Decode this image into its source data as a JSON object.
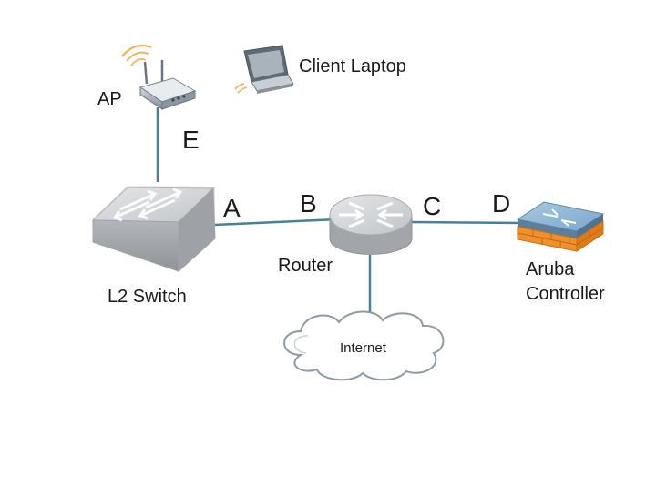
{
  "diagram": {
    "nodes": {
      "ap": {
        "label": "AP",
        "icon": "wireless-access-point-icon"
      },
      "client_laptop": {
        "label": "Client Laptop",
        "icon": "laptop-icon"
      },
      "l2_switch": {
        "label": "L2 Switch",
        "icon": "switch-icon"
      },
      "router": {
        "label": "Router",
        "icon": "router-icon"
      },
      "internet": {
        "label": "Internet",
        "icon": "cloud-icon"
      },
      "aruba_controller": {
        "label_line1": "Aruba",
        "label_line2": "Controller",
        "icon": "controller-icon"
      }
    },
    "links": {
      "a": "A",
      "b": "B",
      "c": "C",
      "d": "D",
      "e": "E"
    },
    "colors": {
      "link_line": "#4a7f9a",
      "controller_base": "#f0902a",
      "controller_top": "#8fb8d6",
      "device_grey": "#b9bcc0",
      "wifi_wave": "#f2b45c"
    }
  }
}
